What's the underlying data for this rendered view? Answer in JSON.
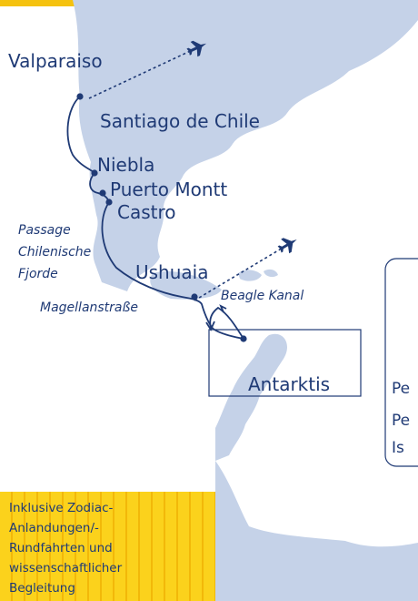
{
  "labels": {
    "valparaiso": "Valparaiso",
    "santiago": "Santiago de Chile",
    "niebla": "Niebla",
    "puerto_montt": "Puerto Montt",
    "castro": "Castro",
    "passage": [
      "Passage",
      "Chilenische",
      "Fjorde"
    ],
    "ushuaia": "Ushuaia",
    "beagle": "Beagle Kanal",
    "magellan": "Magellanstraße",
    "antarktis": "Antarktis"
  },
  "cut_off_text": [
    "Pe",
    "Pe",
    "Is"
  ],
  "info": {
    "lines": [
      "Inklusive Zodiac-",
      "Anlandungen/-",
      "Rundfahrten und",
      "wissenschaftlicher",
      "Begleitung"
    ]
  },
  "icons": [
    "airplane-icon",
    "airplane-icon"
  ],
  "colors": {
    "land": "#c5d2e8",
    "route": "#1f3a75",
    "text": "#1f3a75",
    "info_yellow": "#fbd21c",
    "info_stripe": "#f2b809",
    "top_band": "#f5c20f"
  }
}
